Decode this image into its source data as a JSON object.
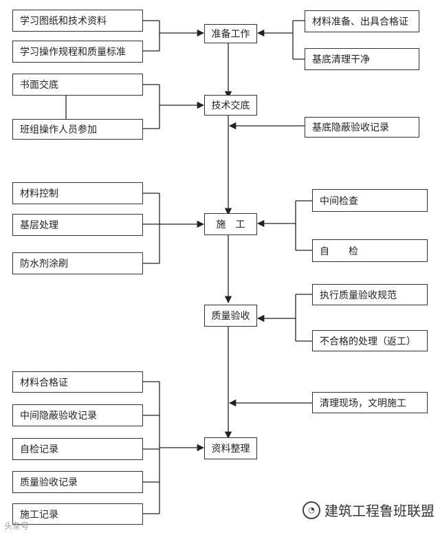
{
  "main_flow": [
    {
      "id": "prep",
      "label": "准备工作"
    },
    {
      "id": "tech",
      "label": "技术交底"
    },
    {
      "id": "cons",
      "label": "施　工"
    },
    {
      "id": "qa",
      "label": "质量验收"
    },
    {
      "id": "docs",
      "label": "资料整理"
    }
  ],
  "left_groups": {
    "prep": [
      "学习图纸和技术资料",
      "学习操作规程和质量标准"
    ],
    "tech": [
      "书面交底",
      "班组操作人员参加"
    ],
    "cons": [
      "材料控制",
      "基层处理",
      "防水剂涂刷"
    ],
    "docs": [
      "材料合格证",
      "中间隐蔽验收记录",
      "自检记录",
      "质量验收记录",
      "施工记录"
    ]
  },
  "right_groups": {
    "prep": [
      "材料准备、出具合格证",
      "基底清理干净"
    ],
    "tech": [
      "基底隐蔽验收记录"
    ],
    "cons": [
      "中间检查",
      "自　　检"
    ],
    "qa": [
      "执行质量验收规范",
      "不合格的处理（返工）"
    ],
    "mainline": [
      "清理现场，文明施工"
    ]
  },
  "watermark": {
    "brand": "建筑工程鲁班联盟",
    "source": "头条号"
  }
}
